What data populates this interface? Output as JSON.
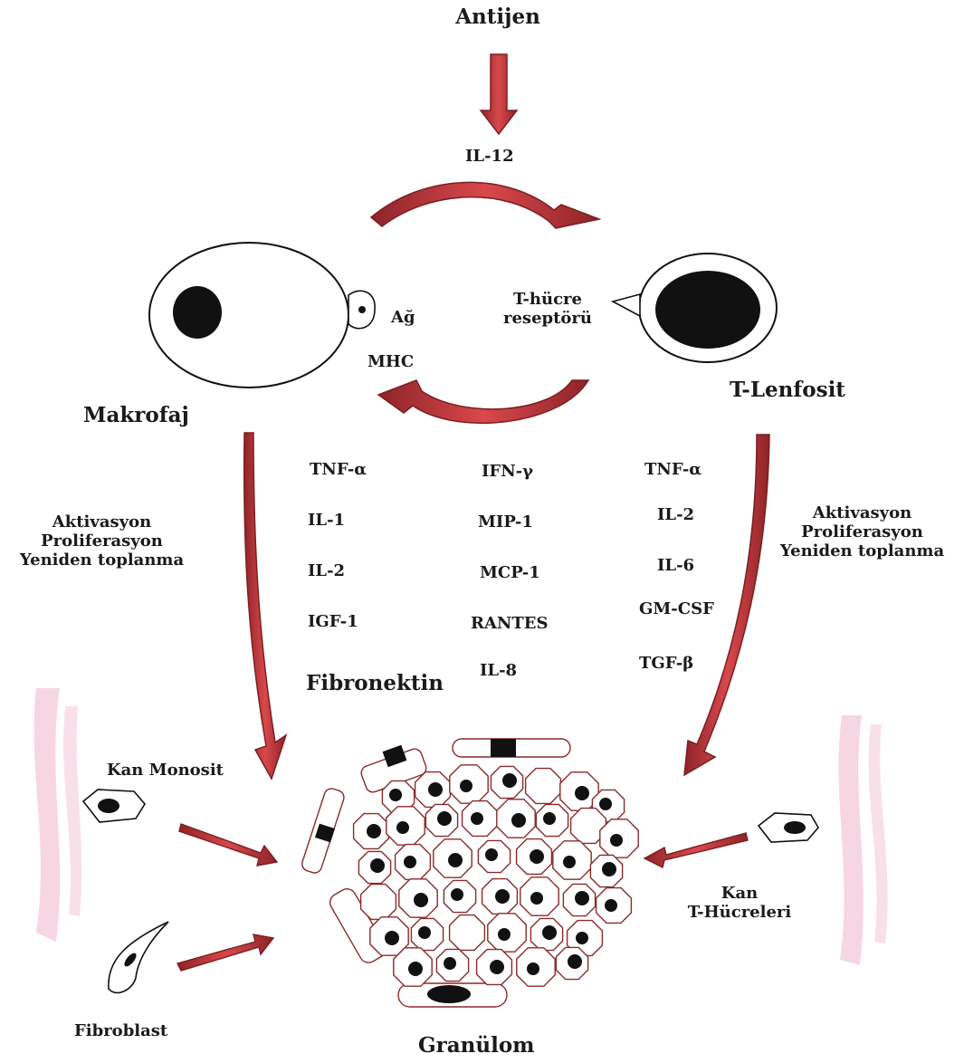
{
  "title": "Antijen",
  "labels": {
    "il12": "IL-12",
    "makrofaj": "Makrofaj",
    "t_lenfosit": "T-Lenfosit",
    "ag": "Ağ",
    "mhc": "MHC",
    "t_hucre_receptor_1": "T-hücre",
    "t_hucre_receptor_2": "reseptörü",
    "kan_monosit": "Kan Monosit",
    "fibroblast": "Fibroblast",
    "kan_t_1": "Kan",
    "kan_t_2": "T-Hücreleri",
    "granulom": "Granülom",
    "fibronektin": "Fibronektin"
  },
  "left_effects": [
    "Aktivasyon",
    "Proliferasyon",
    "Yeniden toplanma"
  ],
  "right_effects": [
    "Aktivasyon",
    "Proliferasyon",
    "Yeniden toplanma"
  ],
  "cytokines": {
    "left": [
      "TNF-α",
      "IL-1",
      "IL-2",
      "IGF-1"
    ],
    "middle": [
      "IFN-γ",
      "MIP-1",
      "MCP-1",
      "RANTES",
      "IL-8"
    ],
    "right": [
      "TNF-α",
      "IL-2",
      "IL-6",
      "GM-CSF",
      "TGF-β"
    ]
  },
  "colors": {
    "arrow_fill": "#c63a3e",
    "arrow_stroke": "#7a1f22",
    "nucleus": "#111111",
    "tissue_tint": "#e9a9c4"
  }
}
